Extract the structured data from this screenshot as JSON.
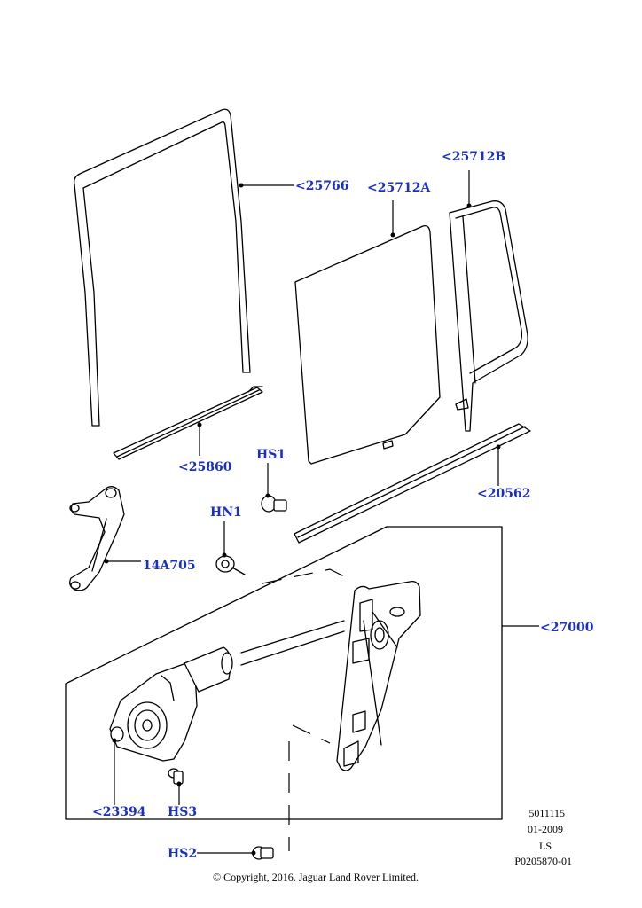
{
  "callouts": {
    "seal": "<25766",
    "glass_main": "<25712A",
    "glass_fixed": "<25712B",
    "channel_lower": "<25860",
    "hs1": "HS1",
    "weatherstrip": "<20562",
    "hn1": "HN1",
    "bracket": "14A705",
    "regulator": "<27000",
    "motor": "<23394",
    "hs3": "HS3",
    "hs2": "HS2"
  },
  "meta": {
    "code": "5011115",
    "date": "01-2009",
    "ls": "LS",
    "ref": "P0205870-01"
  },
  "copyright": "© Copyright, 2016. Jaguar Land Rover Limited."
}
